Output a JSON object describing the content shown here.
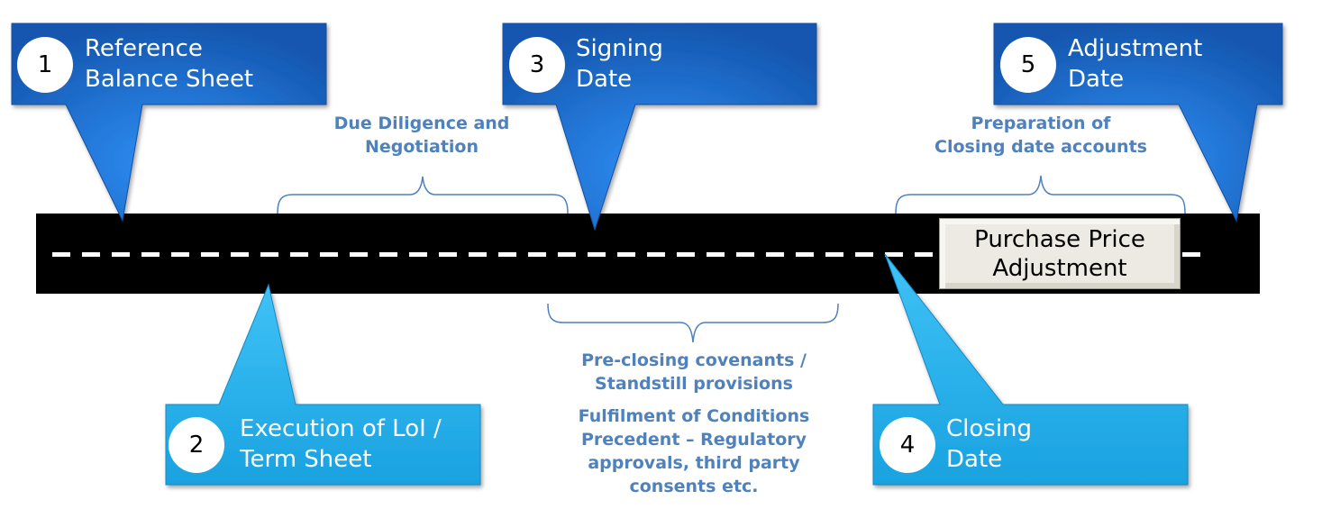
{
  "title": "Purchase Price Adjustment Timeline",
  "colors": {
    "dark_callout": "#1E6FD0",
    "light_callout": "#29ABE2",
    "road": "#000000",
    "dash": "#ffffff",
    "annotation_text": "#4F81BD",
    "ppa_box": "#ECEAE2"
  },
  "callouts": [
    {
      "number": "1",
      "line1": "Reference",
      "line2": "Balance Sheet",
      "style": "dark",
      "position": "above"
    },
    {
      "number": "2",
      "line1": "Execution of LoI /",
      "line2": "Term Sheet",
      "style": "light",
      "position": "below"
    },
    {
      "number": "3",
      "line1": "Signing",
      "line2": "Date",
      "style": "dark",
      "position": "above"
    },
    {
      "number": "4",
      "line1": "Closing",
      "line2": "Date",
      "style": "light",
      "position": "below"
    },
    {
      "number": "5",
      "line1": "Adjustment",
      "line2": "Date",
      "style": "dark",
      "position": "above"
    }
  ],
  "annotations": {
    "due_diligence": [
      "Due Diligence and",
      "Negotiation"
    ],
    "preparation": [
      "Preparation of",
      "Closing date accounts"
    ],
    "pre_closing": [
      "Pre-closing covenants /",
      "Standstill provisions"
    ],
    "fulfilment": [
      "Fulfilment of Conditions",
      "Precedent – Regulatory",
      "approvals, third party",
      "consents etc."
    ]
  },
  "ppa_box": {
    "line1": "Purchase Price",
    "line2": "Adjustment"
  }
}
